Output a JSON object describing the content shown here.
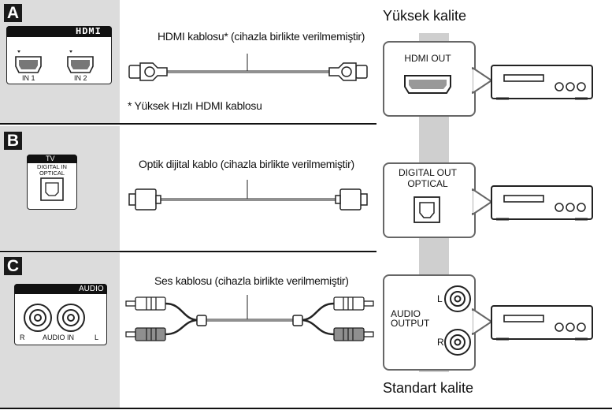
{
  "sections": [
    {
      "letter": "A",
      "cable_label": "HDMI kablosu* (cihazla birlikte verilmemiştir)",
      "footnote": "* Yüksek Hızlı HDMI kablosu",
      "tv_panel": {
        "brand": "HDMI",
        "ports": [
          "IN 1",
          "IN 2"
        ]
      },
      "device_port": "HDMI OUT"
    },
    {
      "letter": "B",
      "cable_label": "Optik dijital kablo (cihazla birlikte verilmemiştir)",
      "tv_panel": {
        "title": "TV",
        "port_label": "DIGITAL IN\nOPTICAL"
      },
      "device_port": "DIGITAL OUT\nOPTICAL"
    },
    {
      "letter": "C",
      "cable_label": "Ses kablosu (cihazla birlikte verilmemiştir)",
      "tv_panel": {
        "title": "AUDIO",
        "left": "R",
        "mid": "AUDIO IN",
        "right": "L"
      },
      "device_port": "AUDIO\nOUTPUT",
      "device_l": "L",
      "device_r": "R"
    }
  ],
  "quality_top": "Yüksek kalite",
  "quality_bottom": "Standart kalite"
}
